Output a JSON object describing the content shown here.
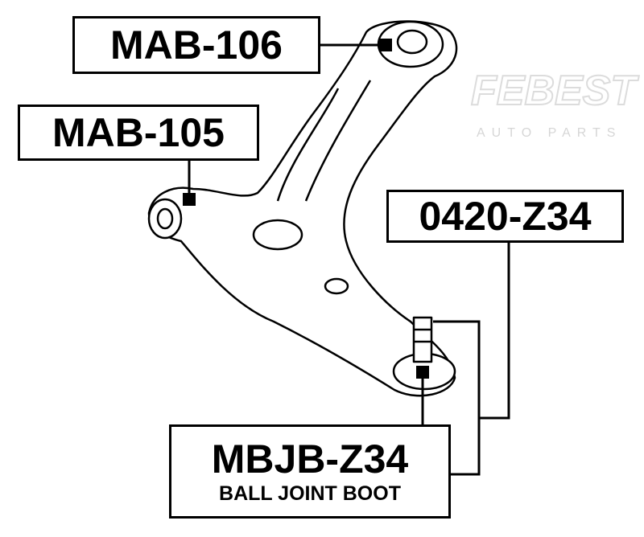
{
  "watermark": {
    "brand": "FEBEST",
    "sub": "AUTO PARTS"
  },
  "labels": {
    "mab106": "MAB-106",
    "mab105": "MAB-105",
    "ball_joint": "0420-Z34",
    "boot": "MBJB-Z34",
    "boot_desc": "BALL JOINT BOOT"
  }
}
